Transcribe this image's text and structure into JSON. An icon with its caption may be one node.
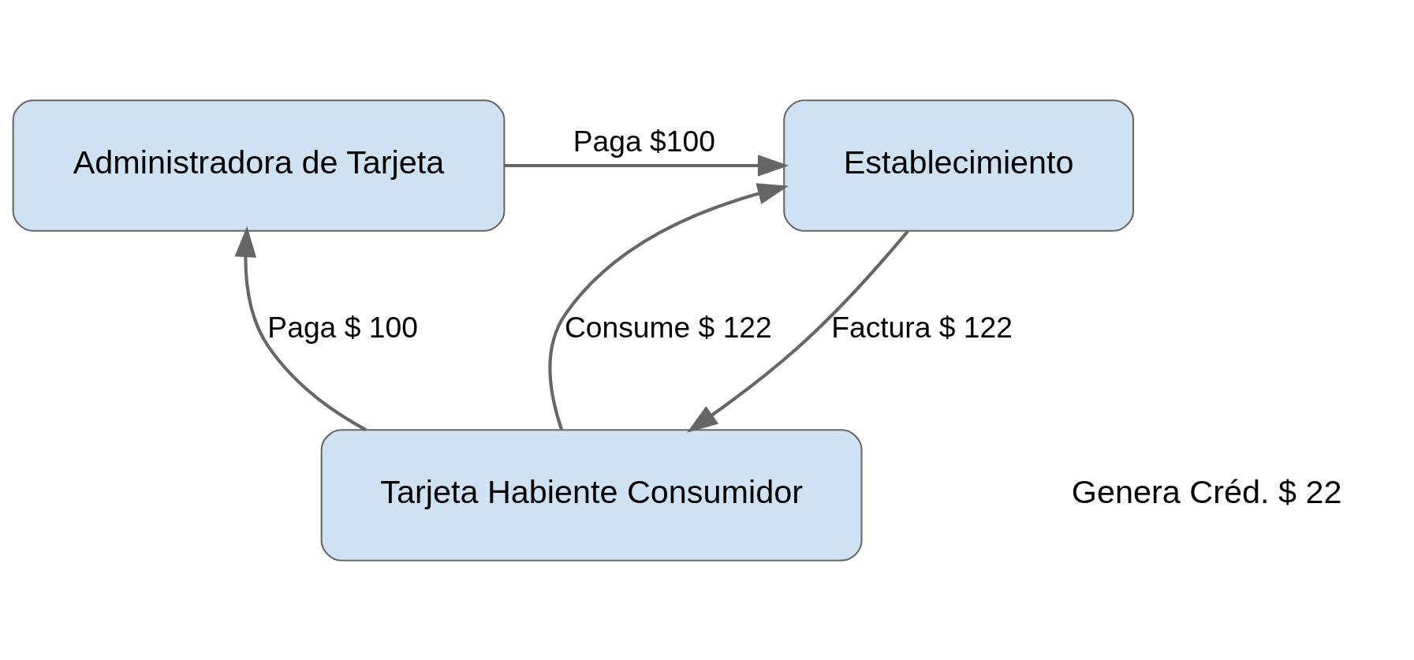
{
  "diagram": {
    "nodes": [
      {
        "text": [
          "Establecimiento"
        ]
      },
      {
        "text": [
          "Administradora de Tarjeta"
        ]
      },
      {
        "text": [
          "Tarjeta Habiente Consumidor"
        ]
      }
    ],
    "edges": [
      {
        "from": 1,
        "to": 0,
        "arrow": "to",
        "label": "Paga $100"
      },
      {
        "from": 2,
        "to": 0,
        "arrow": "to",
        "label": "Consume $ 122"
      },
      {
        "from": 0,
        "to": 2,
        "arrow": "to",
        "label": "Factura $ 122"
      },
      {
        "from": 2,
        "to": 1,
        "arrow": "to",
        "label": "Paga $ 100"
      }
    ],
    "labels": [
      "Genera Créd. $ 22"
    ]
  }
}
